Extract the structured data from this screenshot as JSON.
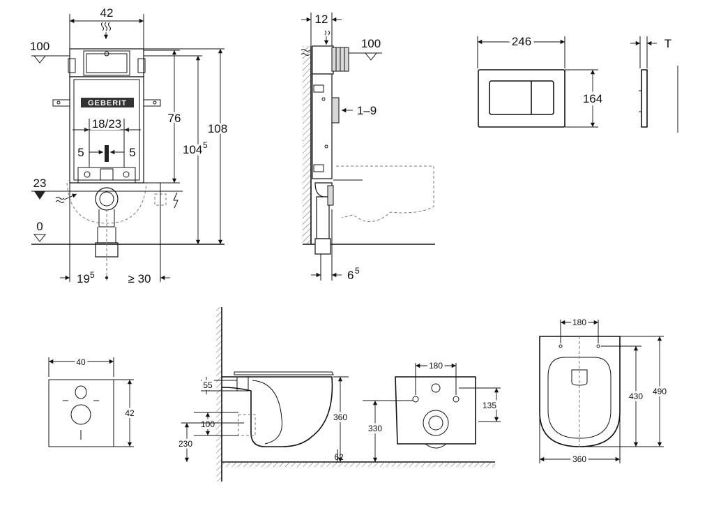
{
  "labels": {
    "frame_width": "42",
    "frame_level_top": "100",
    "frame_h76": "76",
    "frame_h104_main": "104",
    "frame_h104_sup": "5",
    "frame_h108": "108",
    "frame_logo": "GEBERIT",
    "frame_bolt_spacing": "18/23",
    "frame_offset_left": "5",
    "frame_offset_right": "5",
    "frame_level_23": "23",
    "frame_level_0": "0",
    "frame_dim_19_main": "19",
    "frame_dim_19_sup": "5",
    "frame_dim_30": "≥ 30",
    "side_depth": "12",
    "side_level_top": "100",
    "side_button_travel": "1–9",
    "side_dim_6_main": "6",
    "side_dim_6_sup": "5",
    "plate_width": "246",
    "plate_height": "164",
    "plate_thickness": "T",
    "mat_width": "40",
    "mat_height": "42",
    "bowl_side_55": "55",
    "bowl_side_360": "360",
    "bowl_side_100": "100",
    "bowl_side_230": "230",
    "bowl_side_62": "62",
    "bowl_back_180": "180",
    "bowl_back_135": "135",
    "bowl_back_330": "330",
    "bowl_top_180": "180",
    "bowl_top_430": "430",
    "bowl_top_490": "490",
    "bowl_top_360": "360"
  },
  "icons": [
    "water-inlet-icon",
    "electrical-outlet-icon",
    "level-marker-icon",
    "arrow-icon"
  ],
  "colors": {
    "line": "#111111",
    "hidden_line": "#777777",
    "fill_grey": "#d8d8d8"
  }
}
